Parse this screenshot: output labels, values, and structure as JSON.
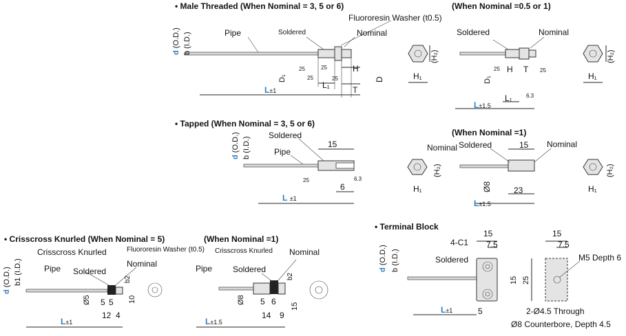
{
  "sections": {
    "male_threaded": {
      "title": "Male Threaded (When Nominal = 3, 5 or 6)",
      "labels": {
        "pipe": "Pipe",
        "soldered": "Soldered",
        "washer": "Fluororesin Washer (t0.5)",
        "nominal": "Nominal",
        "d1": "D₁",
        "l1": "L₁",
        "h": "H",
        "t": "T",
        "d": "D",
        "len": "L",
        "tol": "±1",
        "r1": "25",
        "r2": "25",
        "r3": "25",
        "r4": "25"
      }
    },
    "male_05_1": {
      "title": "(When Nominal =0.5 or 1)",
      "labels": {
        "soldered": "Soldered",
        "nominal": "Nominal",
        "h": "H",
        "t": "T",
        "d1": "D₁",
        "l1": "L₁",
        "len": "L",
        "tol": "±1.5",
        "h1": "H₁",
        "h2": "(H₂)",
        "h1b": "H₁",
        "h2b": "(H₂)",
        "r1": "25",
        "r2": "25",
        "r3": "6.3"
      }
    },
    "tapped": {
      "title": "Tapped (When Nominal = 3, 5 or 6)",
      "labels": {
        "soldered": "Soldered",
        "pipe": "Pipe",
        "d15": "15",
        "d6": "6",
        "len": "L",
        "tol": "±1",
        "r1": "25",
        "r2": "6.3"
      }
    },
    "tapped_1": {
      "title": "(When Nominal =1)",
      "labels": {
        "nominal_left": "Nominal",
        "soldered": "Soldered",
        "d15": "15",
        "nominal": "Nominal",
        "d8": "Ø8",
        "d23": "23",
        "len": "L",
        "tol": "±1.5",
        "h1": "H₁",
        "h2": "(H₂)",
        "h1b": "H₁",
        "h2b": "(H₂)"
      }
    },
    "knurled": {
      "title": "Crisscross Knurled (When Nominal = 5)",
      "labels": {
        "knurled": "Crisscross Knurled",
        "washer": "Fluororesin Washer (t0.5)",
        "nominal": "Nominal",
        "pipe": "Pipe",
        "soldered": "Soldered",
        "d5": "Ø5",
        "n5a": "5",
        "n5b": "5",
        "n12": "12",
        "n4": "4",
        "n10": "10",
        "b2": "b2",
        "len": "L",
        "tol": "±1"
      }
    },
    "knurled_1": {
      "title": "(When Nominal =1)",
      "labels": {
        "knurled": "Crisscross Knurled",
        "nominal": "Nominal",
        "pipe": "Pipe",
        "soldered": "Soldered",
        "d8": "Ø8",
        "n5": "5",
        "n6": "6",
        "n14": "14",
        "n9": "9",
        "n15": "15",
        "b2": "b2",
        "len": "L",
        "tol": "±1.5"
      }
    },
    "terminal": {
      "title": "Terminal Block",
      "labels": {
        "c1": "4-C1",
        "soldered": "Soldered",
        "d15": "15",
        "d75": "7.5",
        "d15b": "15",
        "d25": "25",
        "d5": "5",
        "through": "2-Ø4.5 Through",
        "counterbore": "Ø8 Counterbore, Depth 4.5",
        "d15r": "15",
        "d75r": "7.5",
        "m5": "M5 Depth 6",
        "len": "L",
        "tol": "±1"
      }
    }
  },
  "dim": {
    "d": "d",
    "od": "(O.D.)",
    "b": "b",
    "id": "(I.D.)",
    "b1": "b1"
  },
  "colors": {
    "accent": "#2f7fc1",
    "part": "#e4e4e4"
  }
}
